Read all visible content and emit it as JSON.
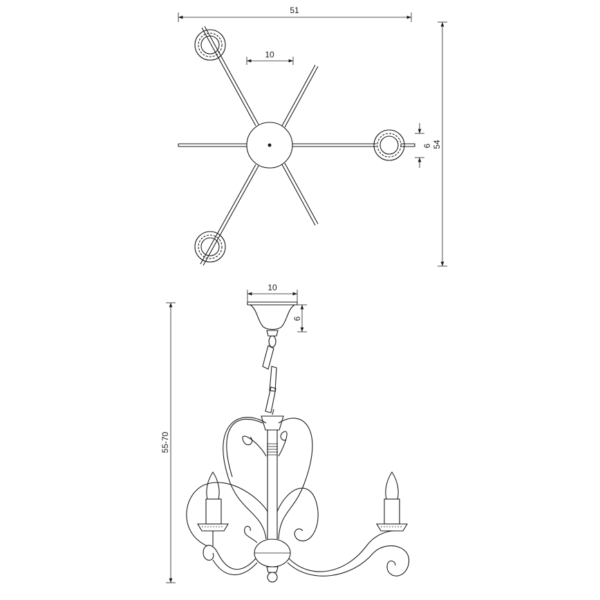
{
  "top_view": {
    "dim_width": "51",
    "dim_canopy": "10",
    "dim_cup_height": "6",
    "dim_depth": "54"
  },
  "side_view": {
    "dim_canopy_width": "10",
    "dim_canopy_height": "6",
    "dim_height": "55-70"
  },
  "colors": {
    "line": "#1a1a1a",
    "background": "#ffffff"
  }
}
